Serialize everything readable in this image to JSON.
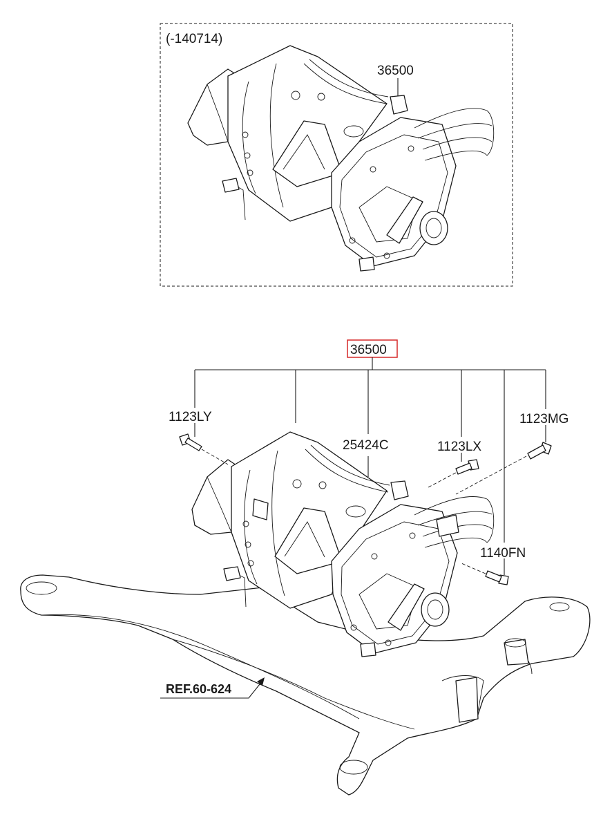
{
  "inset": {
    "date_range": "(-140714)",
    "part_label": "36500"
  },
  "main": {
    "assembly_label": "36500",
    "callouts": {
      "bolt_left": "1123LY",
      "bolt_right": "1123MG",
      "bracket": "25424C",
      "bolt_center": "1123LX",
      "bolt_lower": "1140FN"
    },
    "reference": "REF.60-624"
  },
  "colors": {
    "line": "#1a1a1a",
    "highlight_box": "#d62828",
    "background": "#ffffff"
  }
}
